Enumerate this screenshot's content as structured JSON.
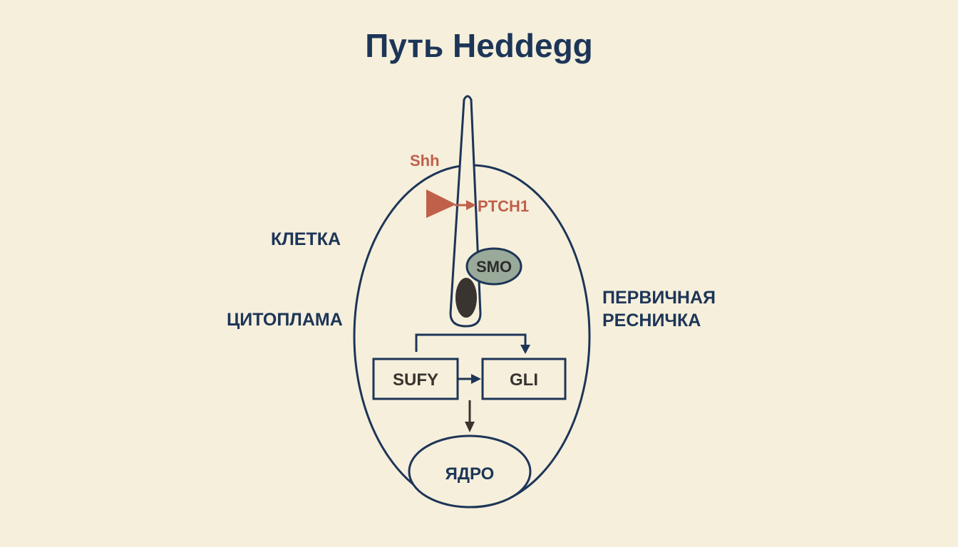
{
  "title": "Путь Heddegg",
  "labels": {
    "cell": "КЛЕТКА",
    "cytoplasm": "ЦИТОПЛАМА",
    "primary_cilium_line1": "ПЕРВИЧНАЯ",
    "primary_cilium_line2": "РЕСНИЧКА",
    "ligand": "Shh",
    "receptor": "PTCH1",
    "smo": "SMO",
    "sufu": "SUFY",
    "gli": "GLI",
    "nucleus": "ЯДРО"
  },
  "colors": {
    "background": "#f5efdc",
    "outline": "#1d3557",
    "accent": "#c0604a",
    "smo_fill": "#9aaa9a",
    "dark_body": "#3a3430",
    "arrow_dark": "#3a3430"
  }
}
